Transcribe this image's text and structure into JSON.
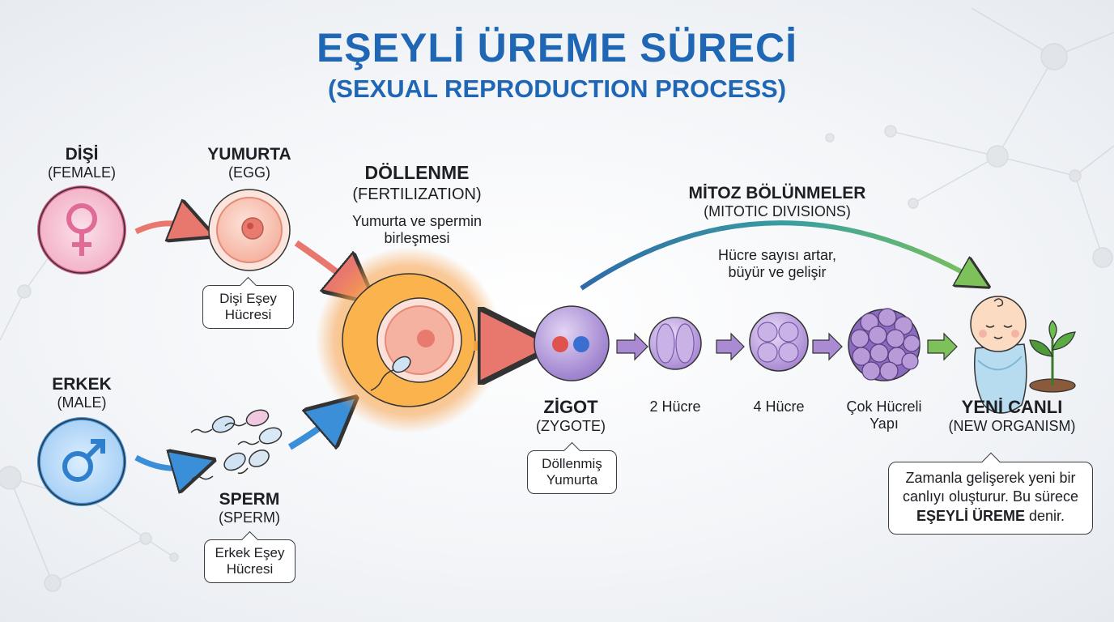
{
  "title": "EŞEYLİ ÜREME SÜRECİ",
  "subtitle": "(SEXUAL REPRODUCTION PROCESS)",
  "female": {
    "label": "DİŞİ",
    "sub": "(FEMALE)"
  },
  "male": {
    "label": "ERKEK",
    "sub": "(MALE)"
  },
  "egg": {
    "label": "YUMURTA",
    "sub": "(EGG)",
    "callout_line1": "Dişi Eşey",
    "callout_line2": "Hücresi"
  },
  "sperm": {
    "label": "SPERM",
    "sub": "(SPERM)",
    "callout_line1": "Erkek Eşey",
    "callout_line2": "Hücresi"
  },
  "fertilization": {
    "label": "DÖLLENME",
    "sub": "(FERTILIZATION)",
    "desc_line1": "Yumurta ve spermin",
    "desc_line2": "birleşmesi"
  },
  "mitosis": {
    "label": "MİTOZ BÖLÜNMELER",
    "sub": "(MITOTIC DIVISIONS)",
    "desc_line1": "Hücre sayısı artar,",
    "desc_line2": "büyür ve gelişir"
  },
  "zygote": {
    "label": "ZİGOT",
    "sub": "(ZYGOTE)",
    "callout_line1": "Döllenmiş",
    "callout_line2": "Yumurta"
  },
  "stages": {
    "two_cell": "2 Hücre",
    "four_cell": "4 Hücre",
    "multi_line1": "Çok Hücreli",
    "multi_line2": "Yapı"
  },
  "organism": {
    "label": "YENİ CANLI",
    "sub": "(NEW ORGANISM)",
    "callout_line1": "Zamanla gelişerek yeni bir",
    "callout_line2": "canlıyı oluşturur. Bu sürece",
    "callout_bold": "EŞEYLİ ÜREME",
    "callout_end": " denir."
  },
  "colors": {
    "title": "#1f67b4",
    "female": "#e86a9a",
    "male": "#3b8fd8",
    "egg": "#f09a8a",
    "glow": "#f5a13c",
    "zygote": "#8a6bc0",
    "arrow_green": "#7cc15a"
  }
}
